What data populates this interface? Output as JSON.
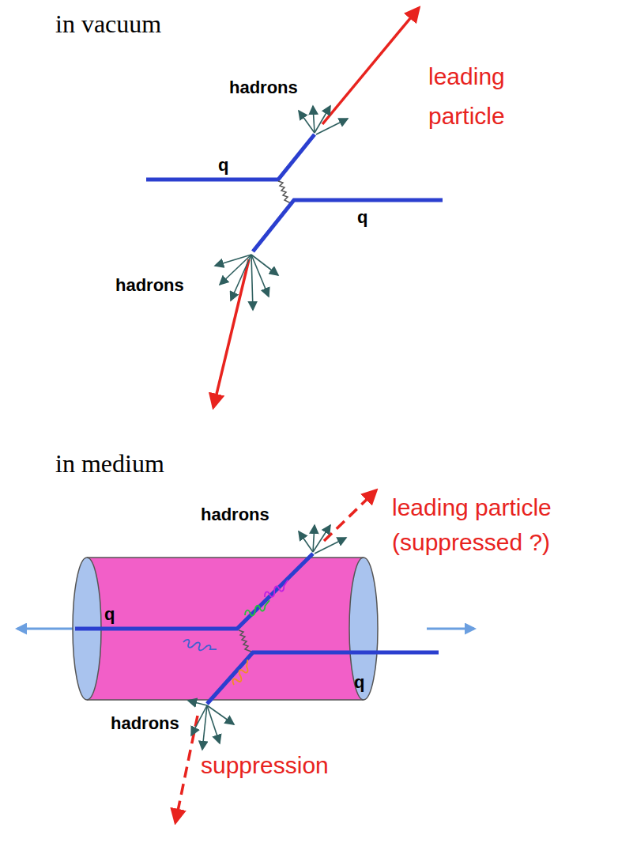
{
  "diagram": {
    "labels": [
      "in vacuum",
      "hadrons",
      "leading particle",
      "q",
      "q",
      "hadrons",
      "in medium",
      "hadrons",
      "leading particle (suppressed ?)",
      "q",
      "q",
      "hadrons",
      "suppression"
    ]
  }
}
